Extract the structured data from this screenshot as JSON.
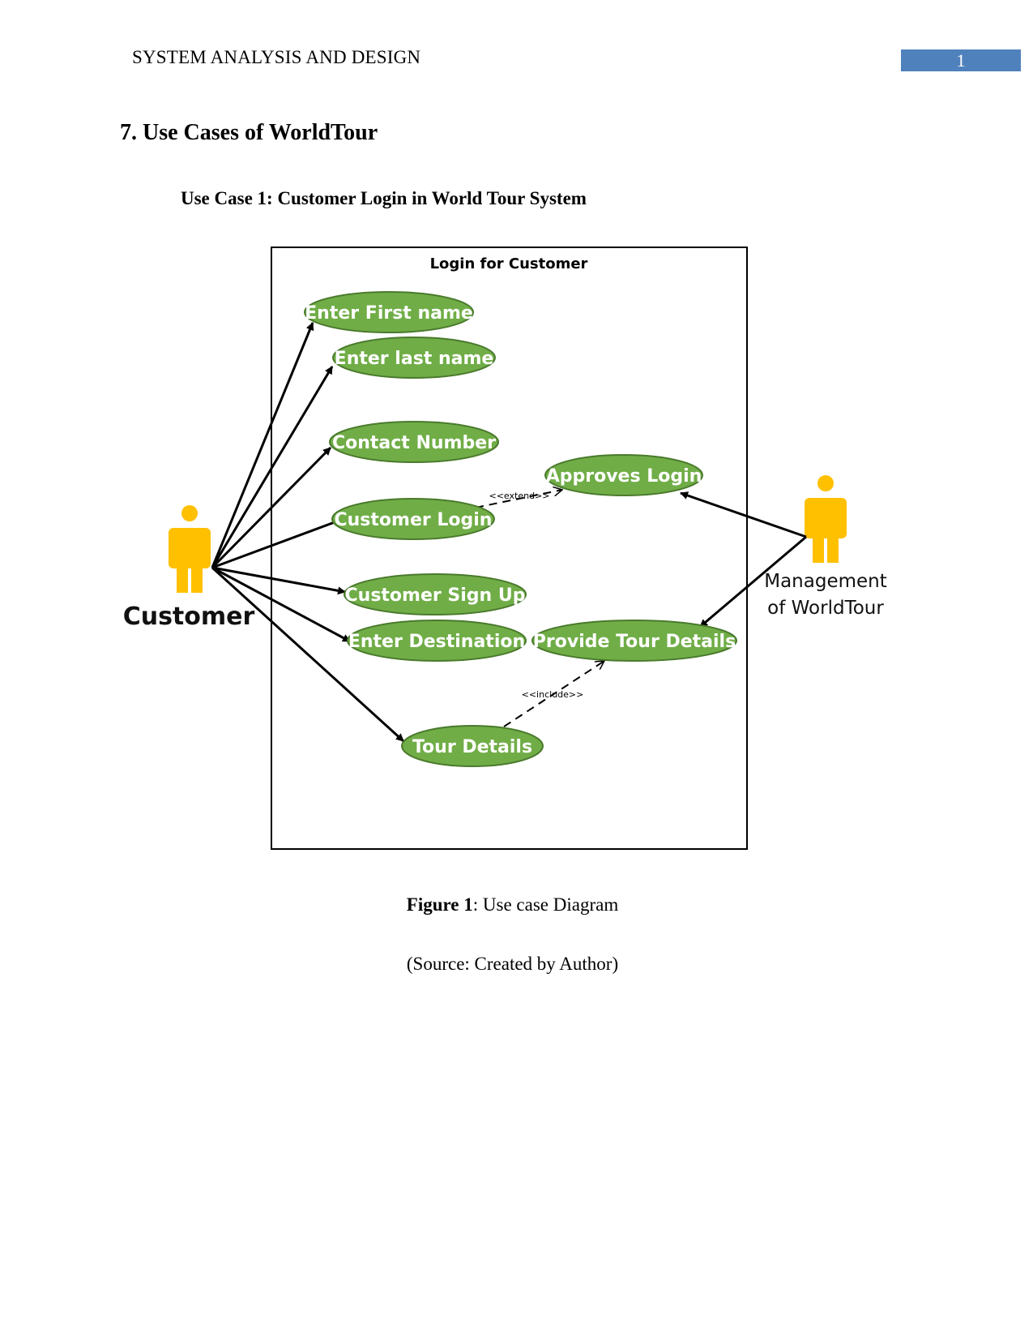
{
  "header": {
    "running_title": "SYSTEM ANALYSIS AND DESIGN",
    "page_number": "1"
  },
  "section": {
    "heading": "7. Use Cases of WorldTour",
    "subheading": "Use Case 1: Customer Login in World Tour System"
  },
  "diagram": {
    "system_boundary_title": "Login for Customer",
    "actors": {
      "customer": "Customer",
      "management_line1": "Management",
      "management_line2": "of WorldTour"
    },
    "use_cases": {
      "enter_first_name": "Enter First name",
      "enter_last_name": "Enter last name",
      "contact_number": "Contact Number",
      "approves_login": "Approves Login",
      "customer_login": "Customer Login",
      "customer_sign_up": "Customer Sign Up",
      "enter_destination": "Enter Destination",
      "provide_tour_details": "Provide Tour Details",
      "tour_details": "Tour Details"
    },
    "relations": {
      "extend_label": "<<extend>>",
      "include_label": "<<include>>"
    },
    "colors": {
      "use_case_fill": "#70ad47",
      "use_case_stroke": "#4a7a2c",
      "actor_fill": "#ffc000"
    }
  },
  "figure": {
    "label": "Figure 1",
    "caption_rest": ": Use case Diagram",
    "source": "(Source: Created by Author)"
  }
}
